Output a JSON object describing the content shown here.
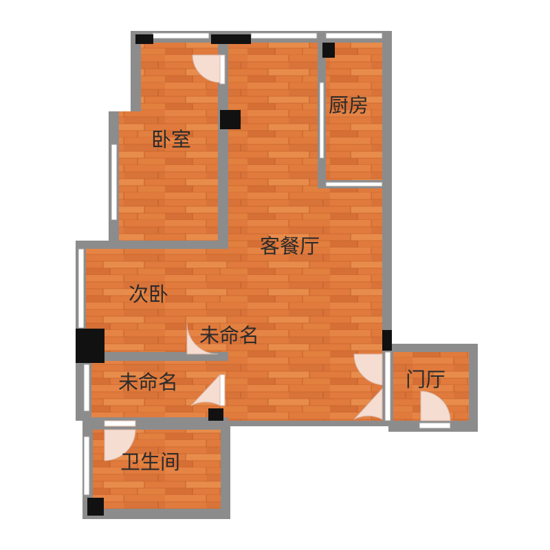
{
  "colors": {
    "floor": "#e07a3d",
    "floor_dark": "#c9642a",
    "floor_light": "#ee9a55",
    "wall": "#8c8c8c",
    "window": "#ffffff",
    "column": "#111111",
    "door_swing": "#f2d7cc",
    "label": "#2b2b2b",
    "background": "#ffffff"
  },
  "rooms": [
    {
      "id": "bedroom",
      "label": "卧室"
    },
    {
      "id": "kitchen",
      "label": "厨房"
    },
    {
      "id": "living-dining",
      "label": "客餐厅"
    },
    {
      "id": "second-bedroom",
      "label": "次卧"
    },
    {
      "id": "unnamed-hall",
      "label": "未命名"
    },
    {
      "id": "unnamed-room",
      "label": "未命名"
    },
    {
      "id": "foyer",
      "label": "门厅"
    },
    {
      "id": "bathroom",
      "label": "卫生间"
    }
  ]
}
